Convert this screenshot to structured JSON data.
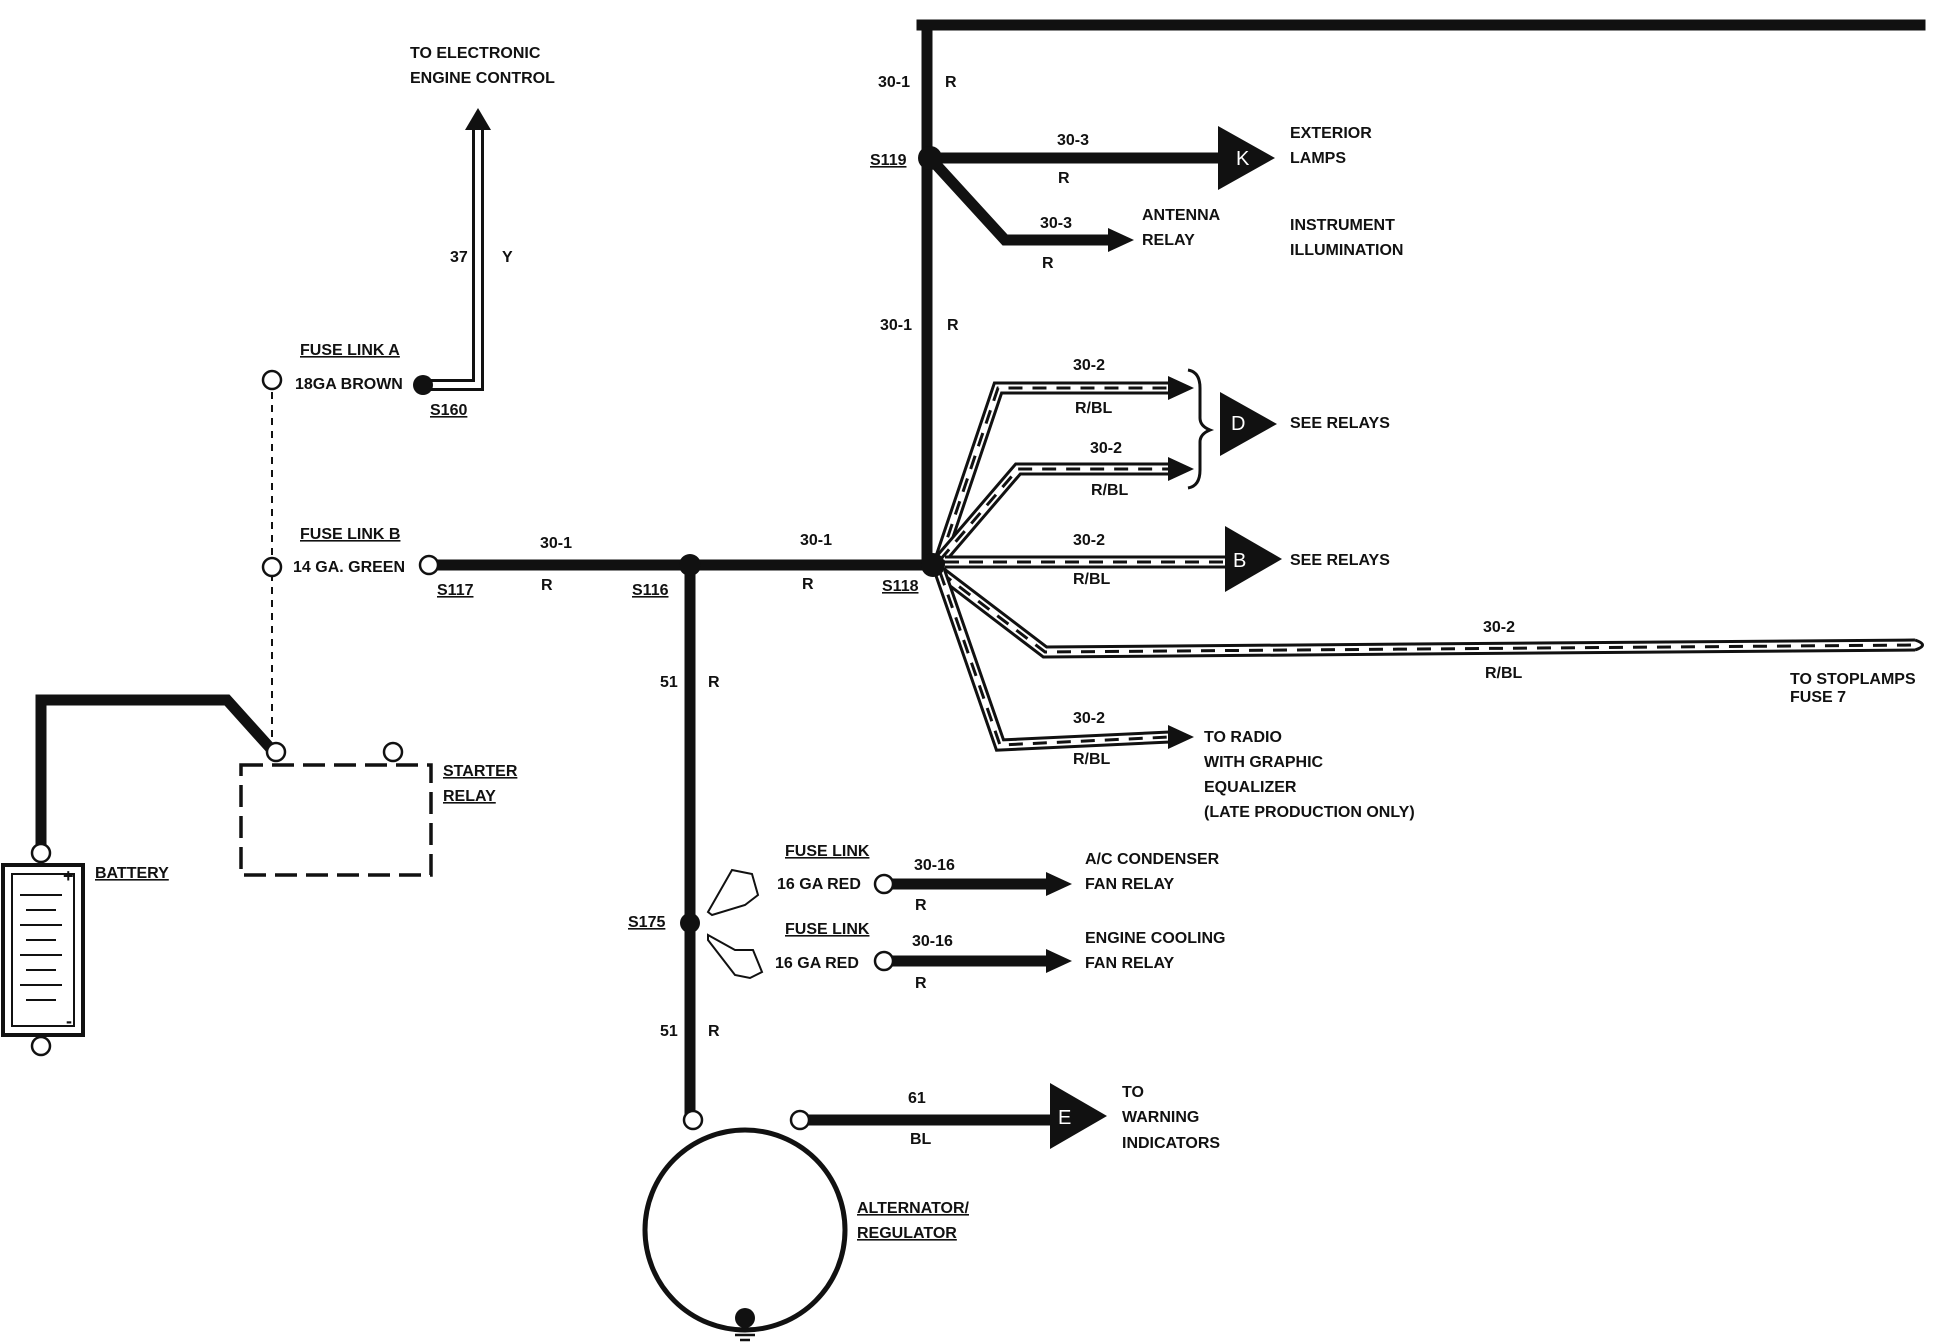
{
  "connectors": {
    "to_eec": [
      "TO ELECTRONIC",
      "ENGINE CONTROL"
    ],
    "exterior_lamps": [
      "EXTERIOR",
      "LAMPS"
    ],
    "antenna_relay": [
      "ANTENNA",
      "RELAY"
    ],
    "instrument_illum": [
      "INSTRUMENT",
      "ILLUMINATION"
    ],
    "see_relays_d": "SEE RELAYS",
    "see_relays_b": "SEE RELAYS",
    "stoplamps": [
      "TO STOPLAMPS",
      "FUSE 7"
    ],
    "radio": [
      "TO RADIO",
      "WITH GRAPHIC",
      "EQUALIZER",
      "(LATE PRODUCTION ONLY)"
    ],
    "ac_condenser": [
      "A/C CONDENSER",
      "FAN RELAY"
    ],
    "engine_cooling": [
      "ENGINE COOLING",
      "FAN RELAY"
    ],
    "warning": [
      "TO",
      "WARNING",
      "INDICATORS"
    ]
  },
  "connector_letters": {
    "k": "K",
    "d": "D",
    "b": "B",
    "e": "E"
  },
  "components": {
    "battery": "BATTERY",
    "starter_relay": [
      "STARTER",
      "RELAY"
    ],
    "alternator": [
      "ALTERNATOR/",
      "REGULATOR"
    ],
    "battery_plus": "+",
    "battery_minus": "-"
  },
  "fuse_links": {
    "a_title": "FUSE LINK A",
    "a_spec": "18GA BROWN",
    "b_title": "FUSE LINK B",
    "b_spec": "14 GA. GREEN",
    "c_title": "FUSE LINK",
    "c_spec": "16 GA RED",
    "d_title": "FUSE LINK",
    "d_spec": "16 GA RED"
  },
  "splices": {
    "s160": "S160",
    "s117": "S117",
    "s116": "S116",
    "s118": "S118",
    "s119": "S119",
    "s175": "S175"
  },
  "circuits": {
    "c37": "37",
    "c37_color": "Y",
    "c30_1_s117": "30-1",
    "c30_1_s117_color": "R",
    "c30_1_s116": "30-1",
    "c30_1_s116_color": "R",
    "c30_1_top": "30-1",
    "c30_1_top_color": "R",
    "c30_1_mid": "30-1",
    "c30_1_mid_color": "R",
    "c30_3_k": "30-3",
    "c30_3_k_color": "R",
    "c30_3_ant": "30-3",
    "c30_3_ant_color": "R",
    "c30_2_d1": "30-2",
    "c30_2_d1_color": "R/BL",
    "c30_2_d2": "30-2",
    "c30_2_d2_color": "R/BL",
    "c30_2_b": "30-2",
    "c30_2_b_color": "R/BL",
    "c30_2_stop": "30-2",
    "c30_2_stop_color": "R/BL",
    "c30_2_radio": "30-2",
    "c30_2_radio_color": "R/BL",
    "c51_top": "51",
    "c51_top_color": "R",
    "c51_bot": "51",
    "c51_bot_color": "R",
    "c30_16_ac": "30-16",
    "c30_16_ac_color": "R",
    "c30_16_ec": "30-16",
    "c30_16_ec_color": "R",
    "c61": "61",
    "c61_color": "BL"
  }
}
